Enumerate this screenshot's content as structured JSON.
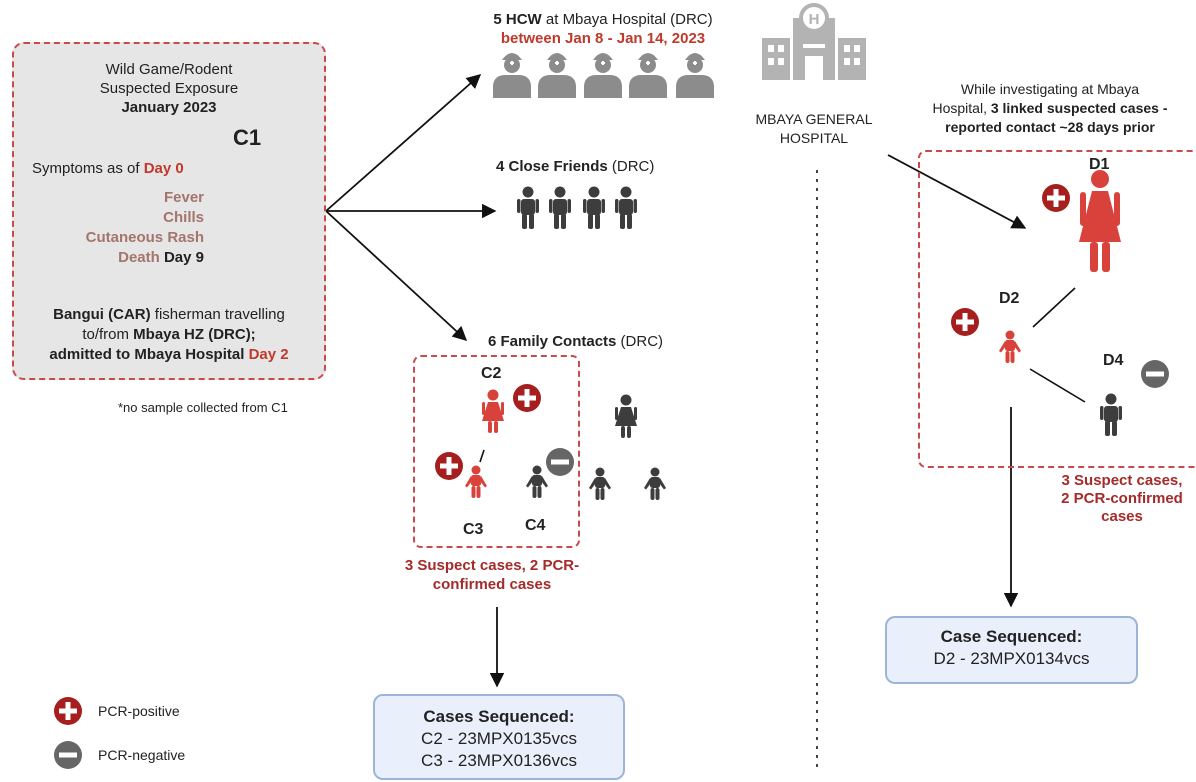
{
  "c1": {
    "exposure_line1": "Wild Game/Rodent",
    "exposure_line2": "Suspected Exposure",
    "exposure_date": "January 2023",
    "id": "C1",
    "symptoms_prefix": "Symptoms as of ",
    "symptoms_day": "Day 0",
    "symptom_1": "Fever",
    "symptom_2": "Chills",
    "symptom_3": "Cutaneous Rash",
    "death_label": "Death",
    "death_day": "Day 9",
    "desc_bangui": "Bangui",
    "desc_car": " (CAR) ",
    "desc_fisherman": "fisherman travelling",
    "desc_tofrom": "to/from ",
    "desc_mbaya_hz": "Mbaya HZ",
    "desc_drc": " (DRC);",
    "desc_admitted": "admitted to Mbaya Hospital ",
    "desc_admit_day": "Day 2",
    "footnote": "*no sample collected from C1"
  },
  "hcw": {
    "count_label": "5 HCW",
    "location": " at Mbaya Hospital (DRC)",
    "dates": "between Jan 8 - Jan 14, 2023"
  },
  "hospital": {
    "line1": "MBAYA GENERAL",
    "line2": "HOSPITAL"
  },
  "friends": {
    "label": "4 Close Friends",
    "country": " (DRC)"
  },
  "family": {
    "label": "6 Family Contacts",
    "country": " (DRC)",
    "c2": "C2",
    "c3": "C3",
    "c4": "C4",
    "summary_line1": "3 Suspect cases, 2 PCR-",
    "summary_line2": "confirmed cases"
  },
  "seq_c": {
    "title": "Cases Sequenced:",
    "line1": "C2 - 23MPX0135vcs",
    "line2": "C3 - 23MPX0136vcs"
  },
  "d_cluster": {
    "intro_line1": "While investigating at Mbaya",
    "intro_line2a": "Hospital, ",
    "intro_line2b": "3 linked suspected cases",
    "intro_line2c": " -",
    "intro_line3": "reported contact ~28 days prior",
    "d1": "D1",
    "d2": "D2",
    "d4": "D4",
    "summary_line1": "3 Suspect cases,",
    "summary_line2": "2 PCR-confirmed",
    "summary_line3": "cases"
  },
  "seq_d": {
    "title": "Case Sequenced:",
    "line1": "D2 - 23MPX0134vcs"
  },
  "legend": {
    "positive": "PCR-positive",
    "negative": "PCR-negative"
  },
  "colors": {
    "positive": "#a61e1e",
    "negative": "#666666",
    "case_red": "#d9423a",
    "dark_person": "#3d3d3d",
    "hcw_gray": "#8c8c8c",
    "c1_person": "#a4756c"
  }
}
